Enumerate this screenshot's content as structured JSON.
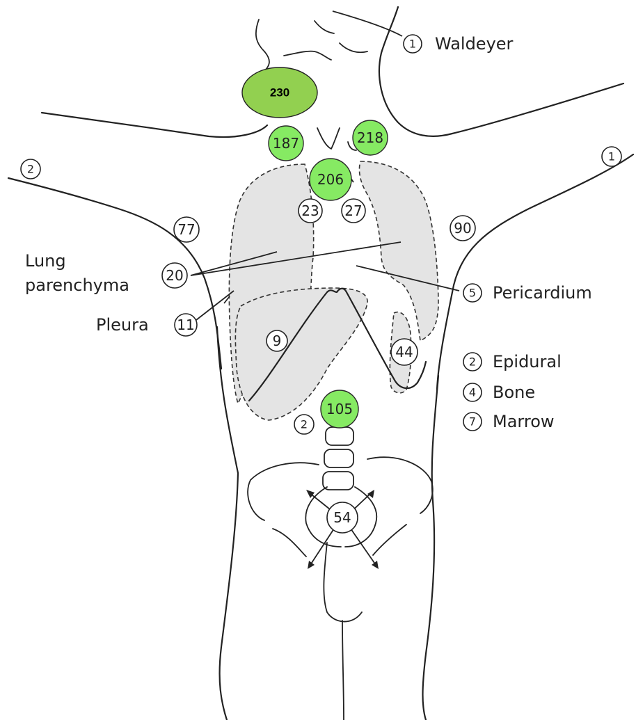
{
  "colors": {
    "highlight_green": "#86ea63",
    "badge_green": "#92d050",
    "lung_fill": "#e4e4e4",
    "line": "#222222"
  },
  "badge": {
    "value": "230"
  },
  "highlighted_sites": {
    "left_neck": "187",
    "right_neck": "218",
    "mediastinum": "206",
    "abdominal": "105"
  },
  "sites": {
    "left_hilum": "23",
    "right_hilum": "27",
    "left_axilla": "77",
    "right_axilla": "90",
    "lung_parenchyma": "20",
    "pleura": "11",
    "liver": "9",
    "spleen": "44",
    "pelvic": "54",
    "left_arm": "2",
    "right_arm": "1",
    "paraspinal": "2",
    "waldeyer": "1",
    "pericardium": "5",
    "epidural": "2",
    "bone": "4",
    "marrow": "7"
  },
  "labels": {
    "waldeyer": "Waldeyer",
    "lung_line1": "Lung",
    "lung_line2": "parenchyma",
    "pleura": "Pleura",
    "pericardium": "Pericardium",
    "epidural": "Epidural",
    "bone": "Bone",
    "marrow": "Marrow"
  }
}
